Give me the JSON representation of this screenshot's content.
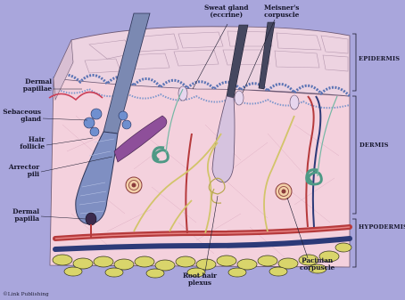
{
  "labels": {
    "sweat_gland": "Sweat gland\n(eccrine)",
    "meissners_corpuscle": "Meisner's\ncorpuscle",
    "dermal_papillae": "Dermal\npapillae",
    "sebaceous_gland": "Sebaceous\ngland",
    "hair_follicle": "Hair\nfollicle",
    "arrector_pili": "Arrector\npili",
    "dermal_papilla": "Dermal\npapilla",
    "pacinian_corpuscle": "Pacinian\ncorpuscle",
    "root_hair_plexus": "Root hair\nplexus"
  },
  "layers": {
    "epidermis": "EPIDERMIS",
    "dermis": "DERMIS",
    "hypodermis": "HYPODERMIS"
  },
  "credit": "©Link Publishing",
  "colors": {
    "background": "#a9a6dc",
    "epidermis_surface": "#eed5e2",
    "dermis": "#f3cfdc",
    "hair": "#7b89b2",
    "artery": "#b63a3c",
    "vein": "#2c3a78",
    "fat": "#d7d56a",
    "gland_coil": "#74b7a4"
  }
}
